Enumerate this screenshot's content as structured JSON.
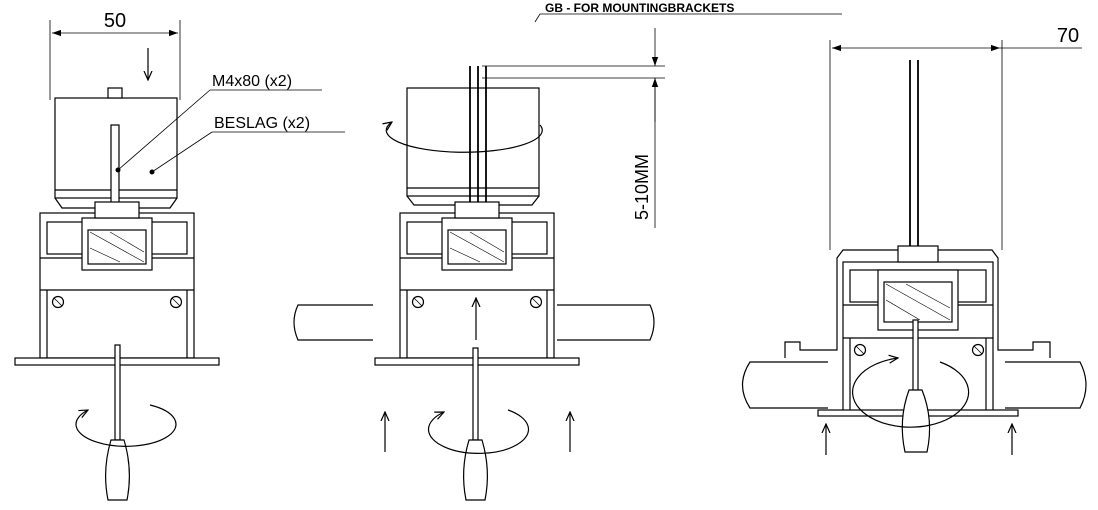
{
  "header": {
    "title": "GB - FOR MOUNTINGBRACKETS"
  },
  "views": [
    {
      "id": "view-1",
      "dimension_label": "50",
      "callouts": [
        {
          "text": "M4x80 (x2)"
        },
        {
          "text": "BESLAG (x2)"
        }
      ]
    },
    {
      "id": "view-2",
      "dimension_label": "5-10MM"
    },
    {
      "id": "view-3",
      "dimension_label": "70"
    }
  ],
  "colors": {
    "line": "#000000",
    "background": "#ffffff"
  },
  "icons": [
    "arrow-down-icon",
    "arrow-up-icon",
    "rotation-arrow-icon",
    "screwdriver-icon"
  ]
}
